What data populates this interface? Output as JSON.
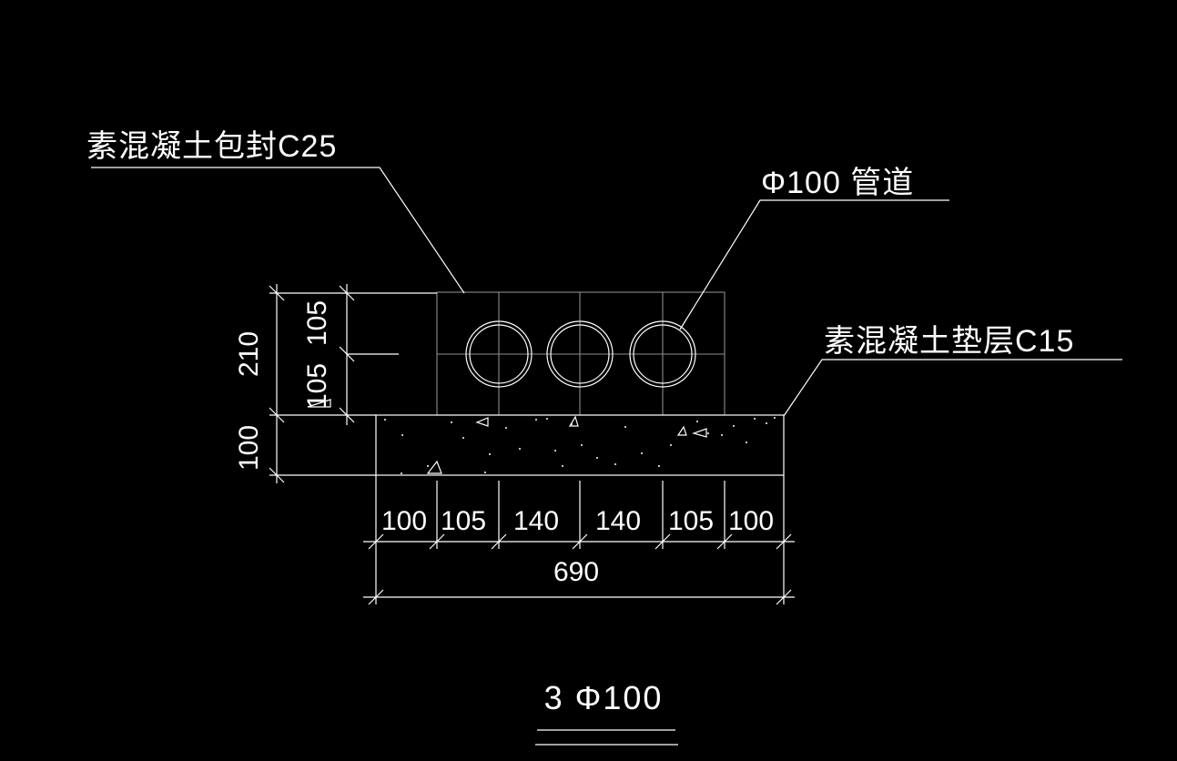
{
  "drawing": {
    "title": "3 Φ100",
    "callouts": {
      "encasement": "素混凝土包封C25",
      "pipe": "Φ100 管道",
      "bedding": "素混凝土垫层C15"
    },
    "dims": {
      "left_total": "210",
      "left_upper": "105",
      "left_lower": "105",
      "left_bedding": "100",
      "bottom_segments": [
        "100",
        "105",
        "140",
        "140",
        "105",
        "100"
      ],
      "bottom_total": "690"
    },
    "colors": {
      "background": "#000000",
      "lines": "#ffffff",
      "grid": "#8c8c8c"
    }
  }
}
